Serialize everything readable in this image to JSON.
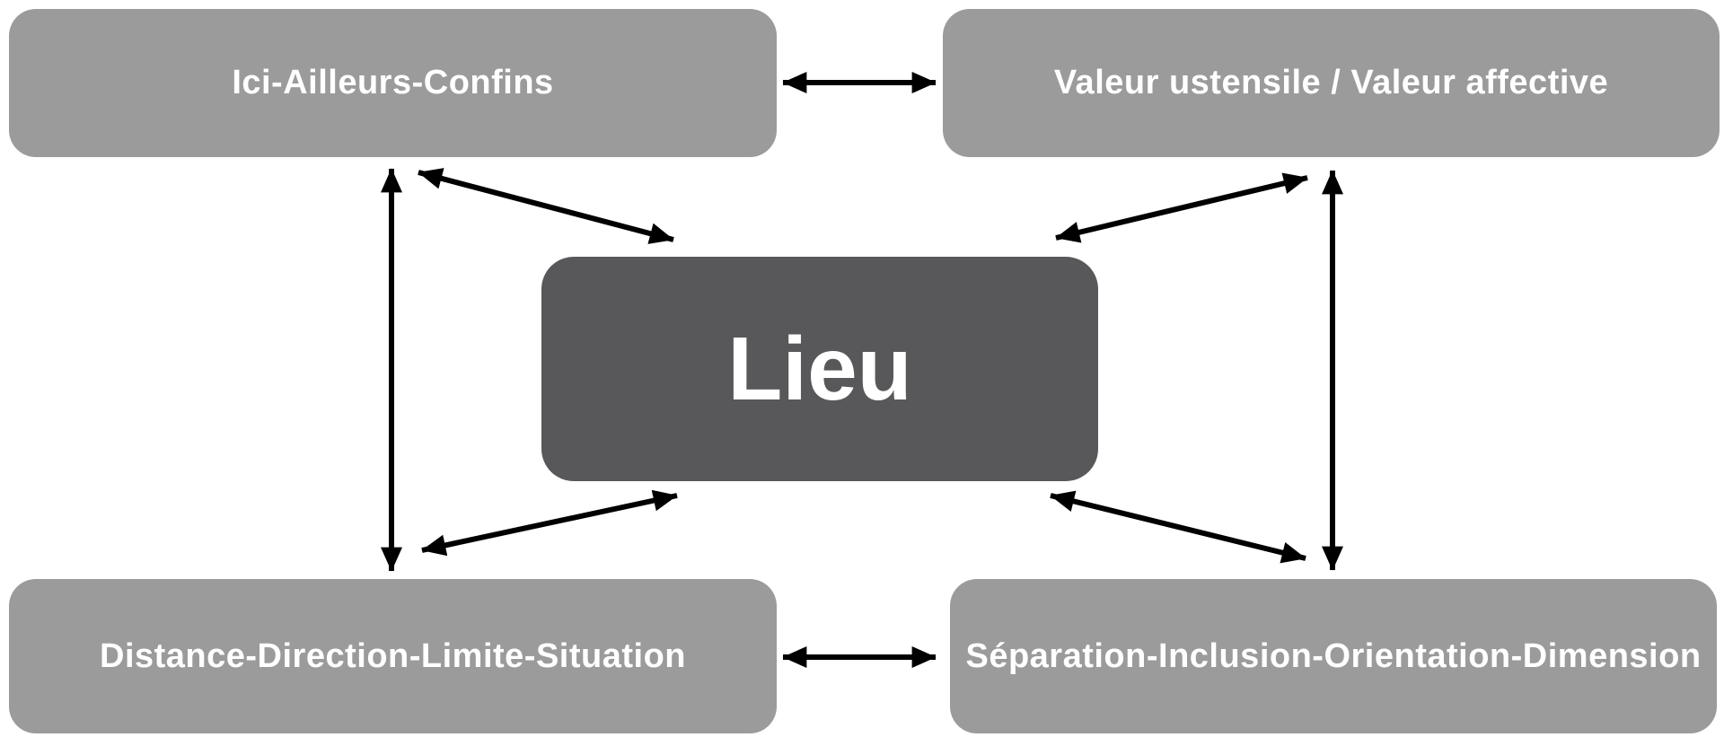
{
  "diagram": {
    "center": {
      "label": "Lieu"
    },
    "nodes": [
      {
        "id": "top-left",
        "label": "Ici-Ailleurs-Confins"
      },
      {
        "id": "top-right",
        "label": "Valeur ustensile / Valeur affective"
      },
      {
        "id": "bottom-left",
        "label": "Distance-Direction-Limite-Situation"
      },
      {
        "id": "bottom-right",
        "label": "Séparation-Inclusion-Orientation-Dimension"
      }
    ],
    "edges": [
      {
        "from": "Ici-Ailleurs-Confins",
        "to": "Valeur ustensile / Valeur affective",
        "bidirectional": true
      },
      {
        "from": "Distance-Direction-Limite-Situation",
        "to": "Séparation-Inclusion-Orientation-Dimension",
        "bidirectional": true
      },
      {
        "from": "Ici-Ailleurs-Confins",
        "to": "Distance-Direction-Limite-Situation",
        "bidirectional": true
      },
      {
        "from": "Valeur ustensile / Valeur affective",
        "to": "Séparation-Inclusion-Orientation-Dimension",
        "bidirectional": true
      },
      {
        "from": "Ici-Ailleurs-Confins",
        "to": "Lieu",
        "bidirectional": true
      },
      {
        "from": "Valeur ustensile / Valeur affective",
        "to": "Lieu",
        "bidirectional": true
      },
      {
        "from": "Distance-Direction-Limite-Situation",
        "to": "Lieu",
        "bidirectional": true
      },
      {
        "from": "Séparation-Inclusion-Orientation-Dimension",
        "to": "Lieu",
        "bidirectional": true
      }
    ],
    "colors": {
      "outer_box": "#9b9b9b",
      "center_box": "#58585a",
      "text": "#ffffff",
      "arrow": "#000000",
      "background": "#ffffff"
    }
  }
}
